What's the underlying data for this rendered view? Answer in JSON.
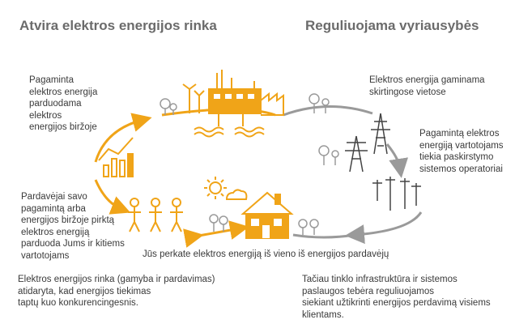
{
  "headings": {
    "left": "Atvira elektros energijos rinka",
    "right": "Reguliuojama vyriausybės"
  },
  "labels": {
    "produced_sold": "Pagaminta\nelektros energija\nparduodama\nelektros\nenergijos biržoje",
    "generated_places": "Elektros energija gaminama\nskirtingose vietose",
    "supplied_operator": "Pagamintą elektros\nenergiją vartotojams\ntiekia paskirstymo\nsistemos operatoriai",
    "sellers": "Pardavėjai savo\npagamintą arba\nenergijos biržoje pirktą\nelektros energiją\nparduoda Jums ir kitiems\nvartotojams",
    "you_buy": "Jūs perkate elektros energiją iš vieno iš energijos pardavėjų",
    "market_opened": "Elektros energijos rinka (gamyba ir pardavimas)\natidaryta, kad  energijos tiekimas\ntaptų kuo konkurencingesnis.",
    "infrastructure": "Tačiau tinklo infrastruktūra ir sistemos\npaslaugos tebėra reguliuojamos\nsiekiant užtikrinti energijos perdavimą visiems\nklientams."
  },
  "colors": {
    "accent": "#f0a418",
    "accent_dark": "#d98a0a",
    "gray": "#9a9a9a",
    "text": "#3a3a3a",
    "heading": "#6b6b6b"
  },
  "icons": [
    "power-plant-icon",
    "wind-turbine-icon",
    "transmission-tower-icon",
    "utility-pole-icon",
    "house-icon",
    "sun-icon",
    "cloud-icon",
    "bar-chart-icon",
    "person-icon",
    "tree-icon",
    "cycle-arrow-icon"
  ]
}
